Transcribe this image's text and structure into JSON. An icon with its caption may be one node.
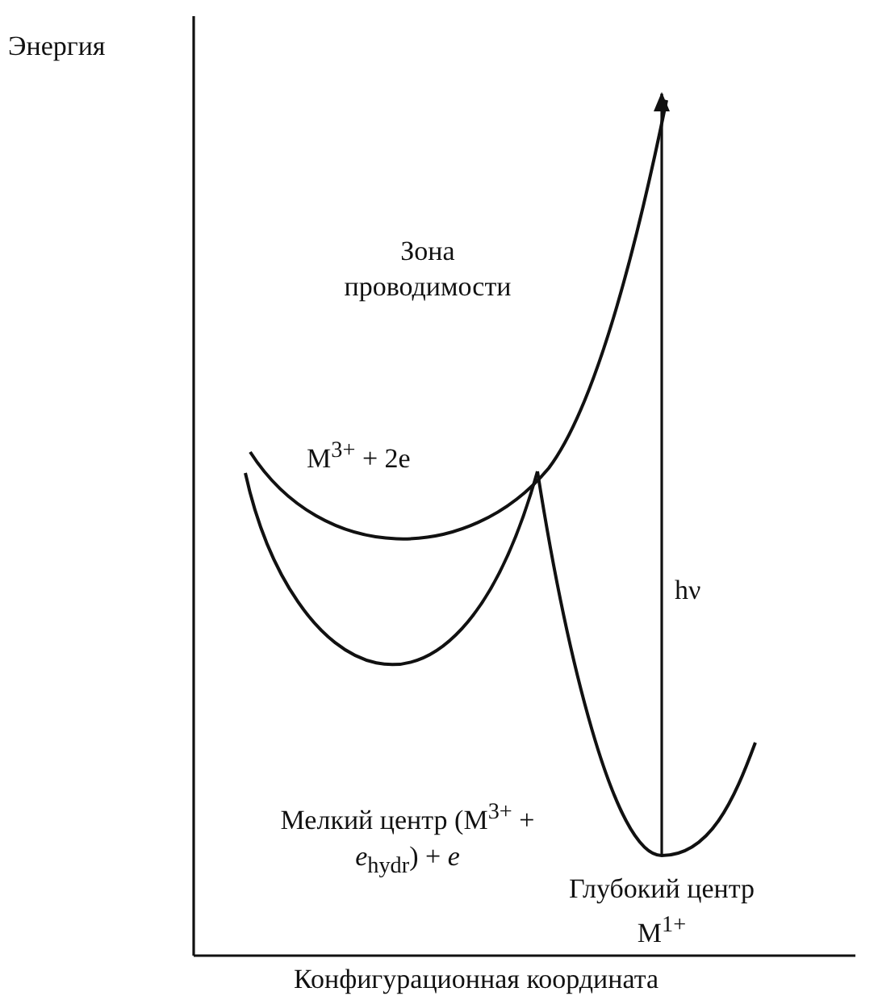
{
  "diagram": {
    "labels": [
      "Энергия",
      "Зона проводимости",
      "M$^{3+}$ + 2e",
      "hν",
      "Мелкий центр (M$^{3+}$ + *e*$_{hydr}$) + *e*",
      "Глубокий центр M$^{1+}$",
      "Конфигурационная координата"
    ]
  }
}
